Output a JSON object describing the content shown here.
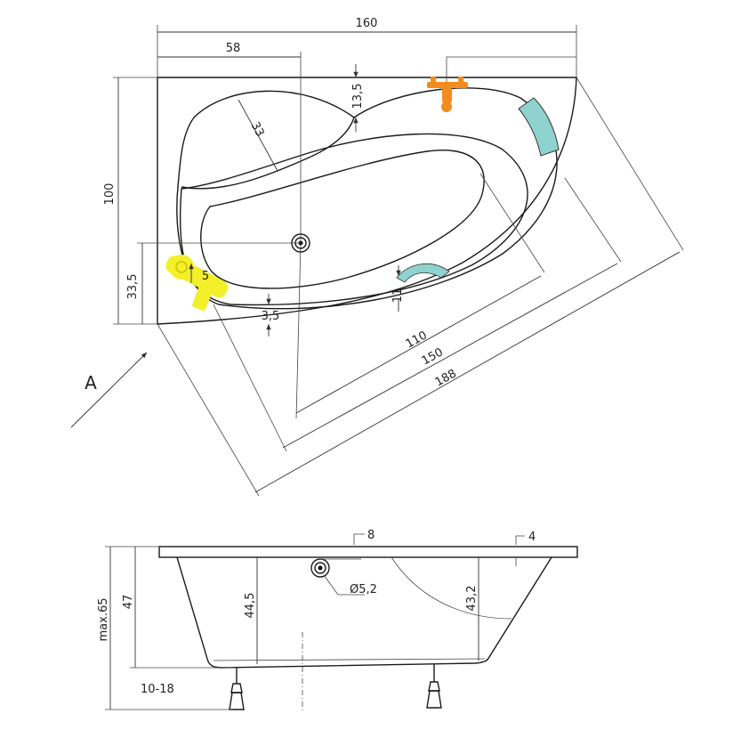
{
  "view_label": "A",
  "top_view": {
    "dimensions": {
      "overall_width": "160",
      "basin_offset": "58",
      "overall_depth": "100",
      "rim_offset": "13,5",
      "headrest_radius": "33",
      "drain_offset": "33,5",
      "edge_offset": "5",
      "rim_gap": "3,5",
      "armrest_gap": "11",
      "inner_length": "110",
      "basin_length": "150",
      "diagonal_length": "188"
    },
    "accessories": {
      "faucet_color": "#f28c1e",
      "headrest_color": "#8fd3d0",
      "handle_color": "#f3ef2a",
      "grab_color": "#8fd3d0"
    }
  },
  "side_view": {
    "dimensions": {
      "rim_thickness": "8",
      "rim_edge": "4",
      "max_height": "max.65",
      "tub_height": "47",
      "inner_depth": "44,5",
      "drain_diameter": "Ø5,2",
      "shallow_depth": "43,2",
      "leg_adjust": "10-18"
    }
  }
}
